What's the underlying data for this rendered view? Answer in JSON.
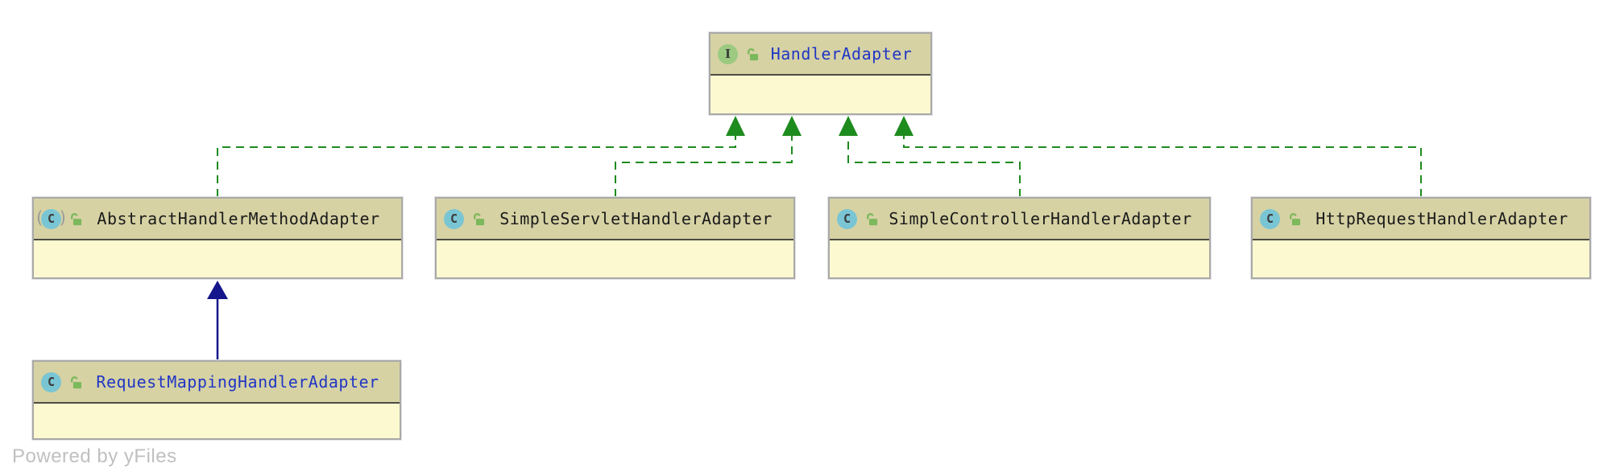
{
  "diagram": {
    "tool_watermark": "Powered by yFiles",
    "colors": {
      "canvas_bg": "#ffffff",
      "node_header_bg": "#d6d2a4",
      "node_body_bg": "#fcf9d0",
      "node_border": "#a9a9a9",
      "header_divider": "#4c4c44",
      "realization_green": "#1e8b1e",
      "generalization_navy": "#15158c",
      "interface_icon_green": "#9bca80",
      "class_icon_teal": "#79c5d4",
      "lock_green": "#7cb85c",
      "highlight_blue_label": "#2136c4",
      "plain_label": "#1a1a1a",
      "watermark_gray": "#c0c0c0"
    },
    "nodes": [
      {
        "id": "HandlerAdapter",
        "label": "HandlerAdapter",
        "stereotype": "interface",
        "icon": "interface-icon",
        "icon_letter": "I",
        "lock_state": "unlocked",
        "label_color": "#2136c4"
      },
      {
        "id": "AbstractHandlerMethodAdapter",
        "label": "AbstractHandlerMethodAdapter",
        "stereotype": "abstract-class",
        "icon": "abstract-class-icon",
        "icon_letter": "C",
        "lock_state": "unlocked",
        "label_color": "#1a1a1a"
      },
      {
        "id": "SimpleServletHandlerAdapter",
        "label": "SimpleServletHandlerAdapter",
        "stereotype": "class",
        "icon": "class-icon",
        "icon_letter": "C",
        "lock_state": "unlocked",
        "label_color": "#1a1a1a"
      },
      {
        "id": "SimpleControllerHandlerAdapter",
        "label": "SimpleControllerHandlerAdapter",
        "stereotype": "class",
        "icon": "class-icon",
        "icon_letter": "C",
        "lock_state": "unlocked",
        "label_color": "#1a1a1a"
      },
      {
        "id": "HttpRequestHandlerAdapter",
        "label": "HttpRequestHandlerAdapter",
        "stereotype": "class",
        "icon": "class-icon",
        "icon_letter": "C",
        "lock_state": "unlocked",
        "label_color": "#1a1a1a"
      },
      {
        "id": "RequestMappingHandlerAdapter",
        "label": "RequestMappingHandlerAdapter",
        "stereotype": "class",
        "icon": "class-icon",
        "icon_letter": "C",
        "lock_state": "unlocked",
        "label_color": "#2136c4"
      }
    ],
    "edges": [
      {
        "from": "AbstractHandlerMethodAdapter",
        "to": "HandlerAdapter",
        "type": "interface-realization",
        "line": "dashed",
        "color": "#1e8b1e"
      },
      {
        "from": "SimpleServletHandlerAdapter",
        "to": "HandlerAdapter",
        "type": "interface-realization",
        "line": "dashed",
        "color": "#1e8b1e"
      },
      {
        "from": "SimpleControllerHandlerAdapter",
        "to": "HandlerAdapter",
        "type": "interface-realization",
        "line": "dashed",
        "color": "#1e8b1e"
      },
      {
        "from": "HttpRequestHandlerAdapter",
        "to": "HandlerAdapter",
        "type": "interface-realization",
        "line": "dashed",
        "color": "#1e8b1e"
      },
      {
        "from": "RequestMappingHandlerAdapter",
        "to": "AbstractHandlerMethodAdapter",
        "type": "generalization",
        "line": "solid",
        "color": "#15158c"
      }
    ]
  }
}
